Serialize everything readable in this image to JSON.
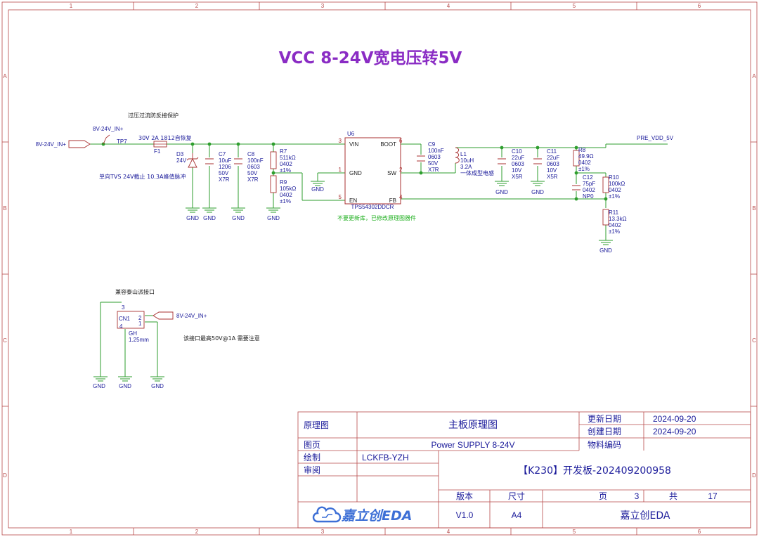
{
  "frame": {
    "columns": [
      "1",
      "2",
      "3",
      "4",
      "5",
      "6"
    ],
    "rows": [
      "A",
      "B",
      "C",
      "D"
    ]
  },
  "title": "VCC 8-24V宽电压转5V",
  "notes": {
    "protection": "过压过流防反接保护",
    "tvs": "单向TVS 24V截止 10.3A峰值脉冲",
    "no_update": "不要更新库，已修改原理图器件",
    "connector_title": "兼容泰山派接口",
    "connector_note": "该接口最高50V@1A  需要注意"
  },
  "nets": {
    "input_port": "8V-24V_IN+",
    "input_flag": "8V-24V_IN+",
    "output_port": "PRE_VDD_5V",
    "connector_port": "8V-24V_IN+",
    "gnd": "GND"
  },
  "testpoint": "TP7",
  "fuse": {
    "ref": "F1",
    "value": "30V 2A 1812自恢复"
  },
  "tvs": {
    "ref": "D3",
    "value": "24V"
  },
  "caps_in": [
    {
      "ref": "C7",
      "lines": [
        "10uF",
        "1206",
        "50V",
        "X7R"
      ]
    },
    {
      "ref": "C8",
      "lines": [
        "100nF",
        "0603",
        "50V",
        "X7R"
      ]
    }
  ],
  "r7": {
    "ref": "R7",
    "lines": [
      "511kΩ",
      "0402",
      "±1%"
    ]
  },
  "r9": {
    "ref": "R9",
    "lines": [
      "105kΩ",
      "0402",
      "±1%"
    ]
  },
  "ic": {
    "ref": "U6",
    "part": "TPS54302DDCR",
    "pins": [
      {
        "name": "VIN",
        "num": "3"
      },
      {
        "name": "GND",
        "num": "1"
      },
      {
        "name": "EN",
        "num": "5"
      },
      {
        "name": "BOOT",
        "num": "6"
      },
      {
        "name": "SW",
        "num": "2"
      },
      {
        "name": "FB",
        "num": "4"
      }
    ]
  },
  "c9": {
    "ref": "C9",
    "lines": [
      "100nF",
      "0603",
      "50V",
      "X7R"
    ]
  },
  "l1": {
    "ref": "L1",
    "lines": [
      "10uH",
      "3.2A",
      "一体成型电感"
    ]
  },
  "caps_out": [
    {
      "ref": "C10",
      "lines": [
        "22uF",
        "0603",
        "10V",
        "X5R"
      ]
    },
    {
      "ref": "C11",
      "lines": [
        "22uF",
        "0603",
        "10V",
        "X5R"
      ]
    }
  ],
  "r8": {
    "ref": "R8",
    "lines": [
      "49.9Ω",
      "0402",
      "±1%"
    ]
  },
  "c12": {
    "ref": "C12",
    "lines": [
      "75pF",
      "0402",
      "NP0"
    ]
  },
  "r10": {
    "ref": "R10",
    "lines": [
      "100kΩ",
      "0402",
      "±1%"
    ]
  },
  "r11": {
    "ref": "R11",
    "lines": [
      "13.3kΩ",
      "0402",
      "±1%"
    ]
  },
  "connector": {
    "ref": "CN1",
    "pins": [
      "3",
      "2",
      "1",
      "4"
    ],
    "lines": [
      "GH",
      "1.25mm"
    ]
  },
  "titleblock": {
    "k_schematic": "原理图",
    "v_schematic": "主板原理图",
    "k_page": "图页",
    "v_page": "Power SUPPLY 8-24V",
    "k_drawn": "绘制",
    "v_drawn": "LCKFB-YZH",
    "k_review": "审阅",
    "k_updated": "更新日期",
    "v_updated": "2024-09-20",
    "k_created": "创建日期",
    "v_created": "2024-09-20",
    "k_material": "物料编码",
    "project": "【K230】开发板-202409200958",
    "k_version": "版本",
    "k_size": "尺寸",
    "v_version": "V1.0",
    "v_size": "A4",
    "k_pagenum": "页",
    "v_pagenum": "3",
    "k_total": "共",
    "v_total": "17",
    "company": "嘉立创EDA",
    "logo_text": "嘉立创EDA"
  },
  "colors": {
    "frame": "#b84a4a",
    "wire": "#2e9e2e",
    "symbol": "#a83030",
    "text": "#1a1a9a",
    "title": "#8a2cc4",
    "note_green": "#22b022",
    "logo": "#3d6fd6"
  }
}
